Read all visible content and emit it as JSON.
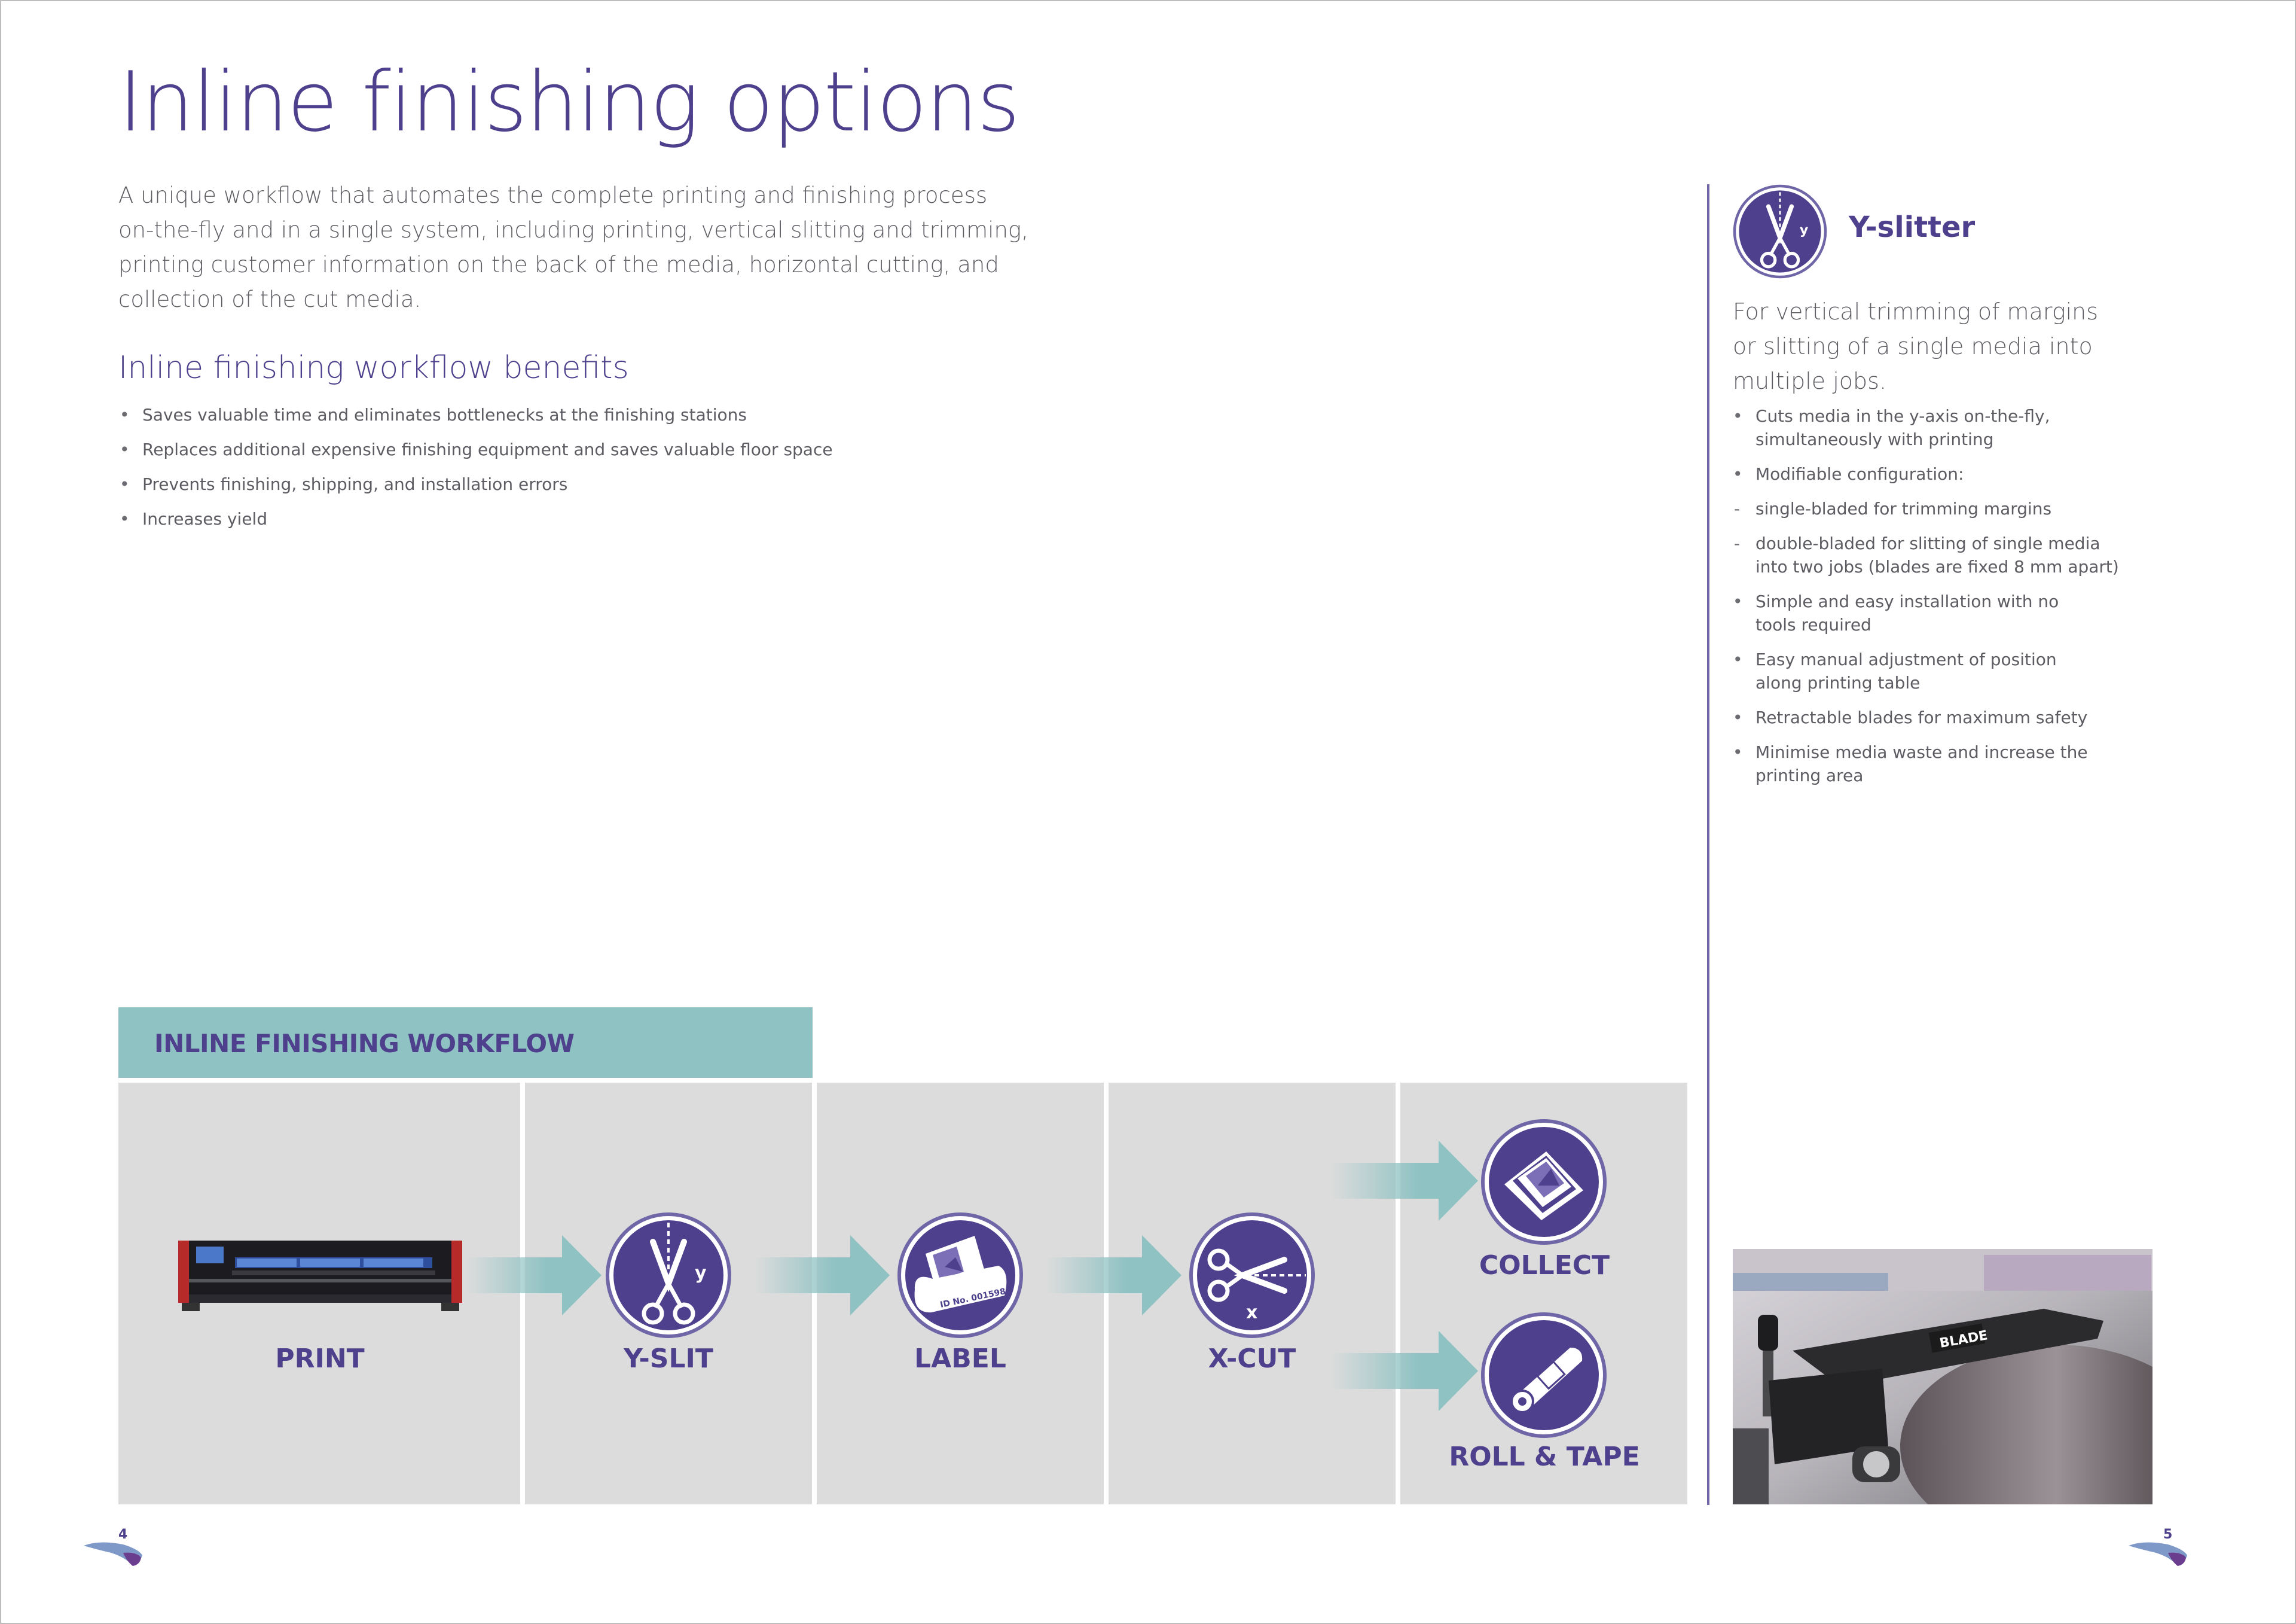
{
  "title": "Inline finishing options",
  "intro": [
    "A unique workflow that automates the complete printing and finishing process",
    "on-the-fly and in a single system, including printing, vertical slitting and trimming,",
    "printing customer information on the back of the media, horizontal cutting, and",
    "collection of the cut media."
  ],
  "benefits": {
    "heading": "Inline finishing workflow benefits",
    "items": [
      "Saves valuable time and eliminates bottlenecks at the finishing stations",
      "Replaces additional expensive finishing equipment and saves valuable floor space",
      "Prevents finishing, shipping, and installation errors",
      "Increases yield"
    ]
  },
  "workflow": {
    "heading": "INLINE FINISHING WORKFLOW",
    "steps": {
      "print": "PRINT",
      "yslit": "Y-SLIT",
      "label": "LABEL",
      "xcut": "X-CUT",
      "collect": "COLLECT",
      "roll": "ROLL & TAPE"
    },
    "icon_letters": {
      "y": "y",
      "x": "x"
    },
    "label_tag": "ID No. 001598",
    "colors": {
      "header": "#8fc2c3",
      "panel": "#dcdcdc",
      "arrow": "#8fc2c3",
      "icon": "#4e408c"
    }
  },
  "yslitter": {
    "title": "Y-slitter",
    "icon_letter": "y",
    "intro": [
      "For vertical trimming of margins",
      "or slitting of a single media into",
      "multiple jobs."
    ],
    "items": [
      {
        "marker": "bullet",
        "lines": [
          "Cuts media in the y-axis on-the-fly,",
          "simultaneously with printing"
        ]
      },
      {
        "marker": "bullet",
        "lines": [
          "Modifiable configuration:"
        ]
      },
      {
        "marker": "dash",
        "lines": [
          "single-bladed for trimming margins"
        ]
      },
      {
        "marker": "dash",
        "lines": [
          "double-bladed for slitting of single media",
          "into two jobs (blades are fixed 8 mm apart)"
        ]
      },
      {
        "marker": "bullet",
        "lines": [
          "Simple and easy installation with no",
          "tools required"
        ]
      },
      {
        "marker": "bullet",
        "lines": [
          "Easy manual adjustment of position",
          "along printing table"
        ]
      },
      {
        "marker": "bullet",
        "lines": [
          "Retractable blades for maximum safety"
        ]
      },
      {
        "marker": "bullet",
        "lines": [
          "Minimise media waste and increase the",
          "printing area"
        ]
      }
    ],
    "photo_label": "BLADE"
  },
  "page_numbers": {
    "left": "4",
    "right": "5"
  },
  "accent": "#4e408c"
}
